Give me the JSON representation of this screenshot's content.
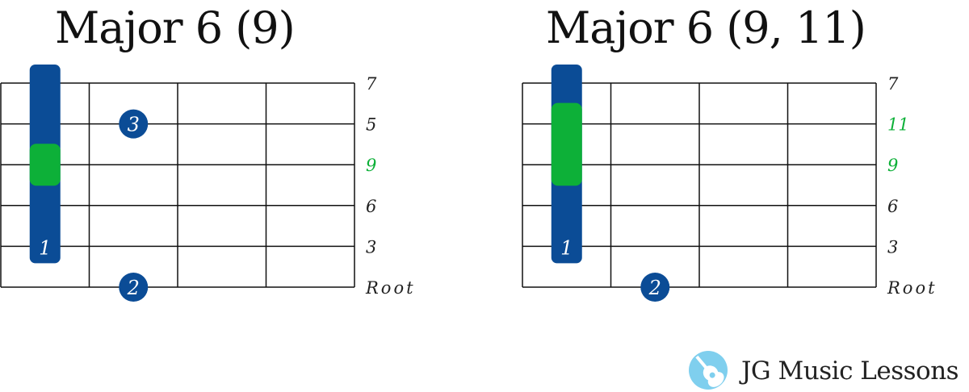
{
  "colors": {
    "barre": "#0b4c96",
    "finger": "#0b4c96",
    "highlight": "#0db038",
    "grid": "#111111",
    "text": "#222222",
    "highlight_text": "#0db038",
    "logo": "#7fcfee"
  },
  "diagrams": [
    {
      "title": "Major 6 (9)",
      "strings": 6,
      "frets": 4,
      "interval_labels": [
        {
          "text": "7",
          "highlight": false
        },
        {
          "text": "5",
          "highlight": false
        },
        {
          "text": "9",
          "highlight": true
        },
        {
          "text": "6",
          "highlight": false
        },
        {
          "text": "3",
          "highlight": false
        },
        {
          "text": "Root",
          "highlight": false
        }
      ],
      "barre": {
        "fret": 1,
        "from_string": 1,
        "to_string": 5,
        "finger": "1"
      },
      "highlight_span": {
        "fret": 1,
        "from_string": 3,
        "to_string": 3
      },
      "dots": [
        {
          "fret": 2,
          "string": 2,
          "finger": "3"
        },
        {
          "fret": 2,
          "string": 6,
          "finger": "2"
        }
      ]
    },
    {
      "title": "Major 6 (9, 11)",
      "strings": 6,
      "frets": 4,
      "interval_labels": [
        {
          "text": "7",
          "highlight": false
        },
        {
          "text": "11",
          "highlight": true
        },
        {
          "text": "9",
          "highlight": true
        },
        {
          "text": "6",
          "highlight": false
        },
        {
          "text": "3",
          "highlight": false
        },
        {
          "text": "Root",
          "highlight": false
        }
      ],
      "barre": {
        "fret": 1,
        "from_string": 1,
        "to_string": 5,
        "finger": "1"
      },
      "highlight_span": {
        "fret": 1,
        "from_string": 2,
        "to_string": 3
      },
      "dots": [
        {
          "fret": 2,
          "string": 6,
          "finger": "2"
        }
      ]
    }
  ],
  "footer": {
    "brand": "JG Music Lessons",
    "logo_icon": "guitar-logo-icon"
  }
}
